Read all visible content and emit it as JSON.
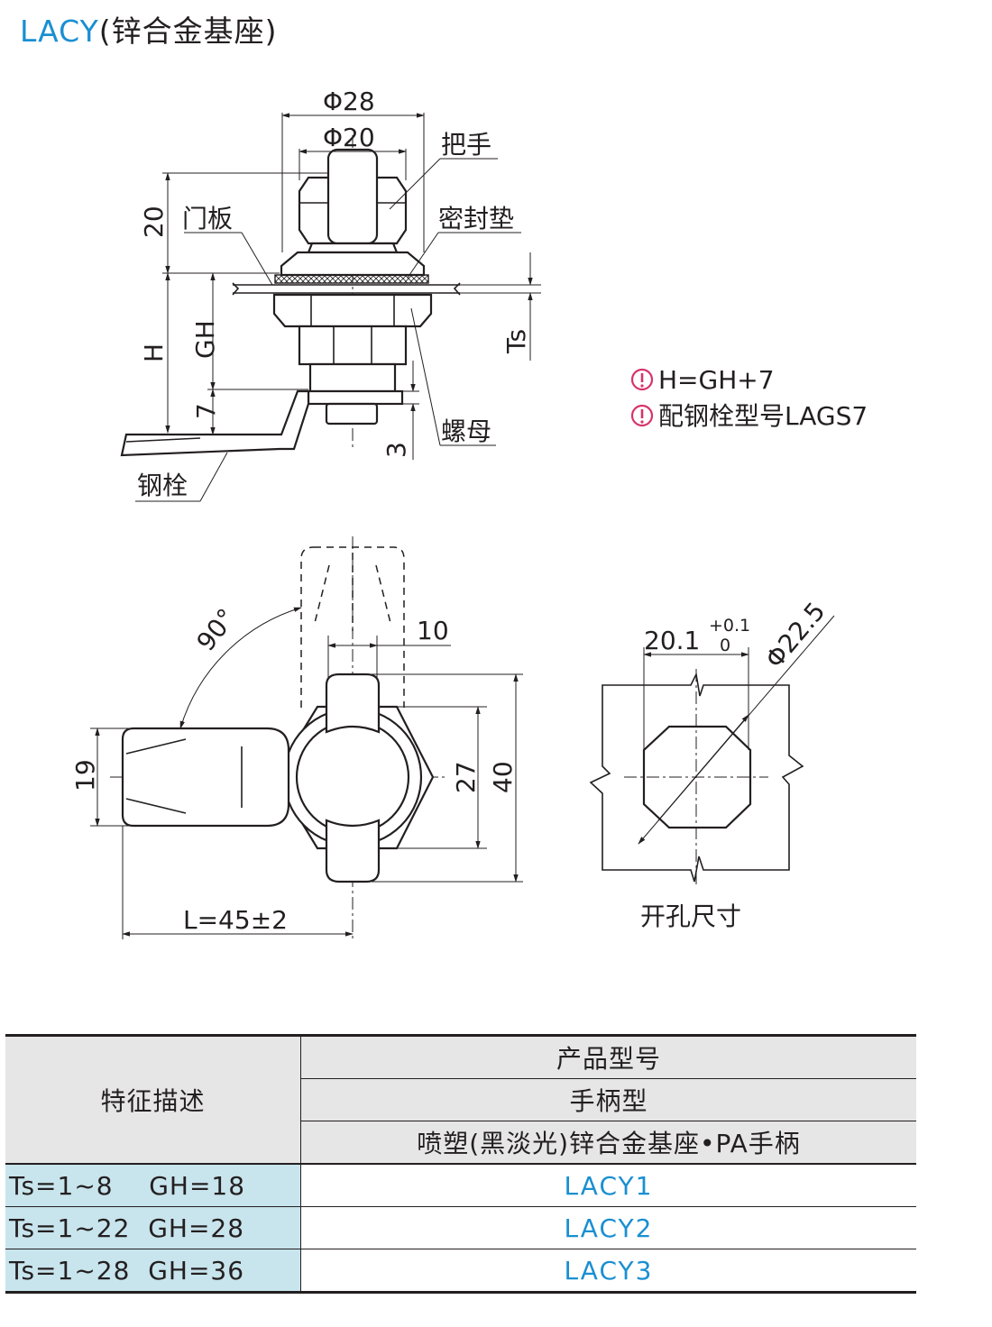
{
  "title": {
    "code": "LACY",
    "subtitle": "(锌合金基座)"
  },
  "side_view": {
    "dims": {
      "phi_outer": "Φ28",
      "phi_inner": "Φ20",
      "handle_h": "20",
      "H": "H",
      "GH": "GH",
      "ts": "Ts",
      "seven": "7",
      "three": "3"
    },
    "labels": {
      "handle": "把手",
      "door": "门板",
      "seal": "密封垫",
      "nut": "螺母",
      "bolt": "钢栓"
    }
  },
  "notes": [
    "H=GH+7",
    "配钢栓型号LAGS7"
  ],
  "front_view": {
    "dims": {
      "angle": "90°",
      "ten": "10",
      "nineteen": "19",
      "twentyseven": "27",
      "forty": "40",
      "length": "L=45±2"
    }
  },
  "cutout": {
    "dims": {
      "width": "20.1",
      "tol_upper": "+0.1",
      "tol_lower": "0",
      "phi": "Φ22.5"
    },
    "caption": "开孔尺寸"
  },
  "table": {
    "feature_header": "特征描述",
    "product_header": "产品型号",
    "type_header": "手柄型",
    "material_header": "喷塑(黑淡光)锌合金基座•PA手柄",
    "rows": [
      {
        "spec": "Ts=1~8    GH=18",
        "code": "LACY1"
      },
      {
        "spec": "Ts=1~22  GH=28",
        "code": "LACY2"
      },
      {
        "spec": "Ts=1~28  GH=36",
        "code": "LACY3"
      }
    ]
  },
  "colors": {
    "accent": "#1a8fd1",
    "header_bg": "#e6e6e6",
    "spec_bg": "#c8e4ec",
    "note_icon": "#d6336c"
  }
}
